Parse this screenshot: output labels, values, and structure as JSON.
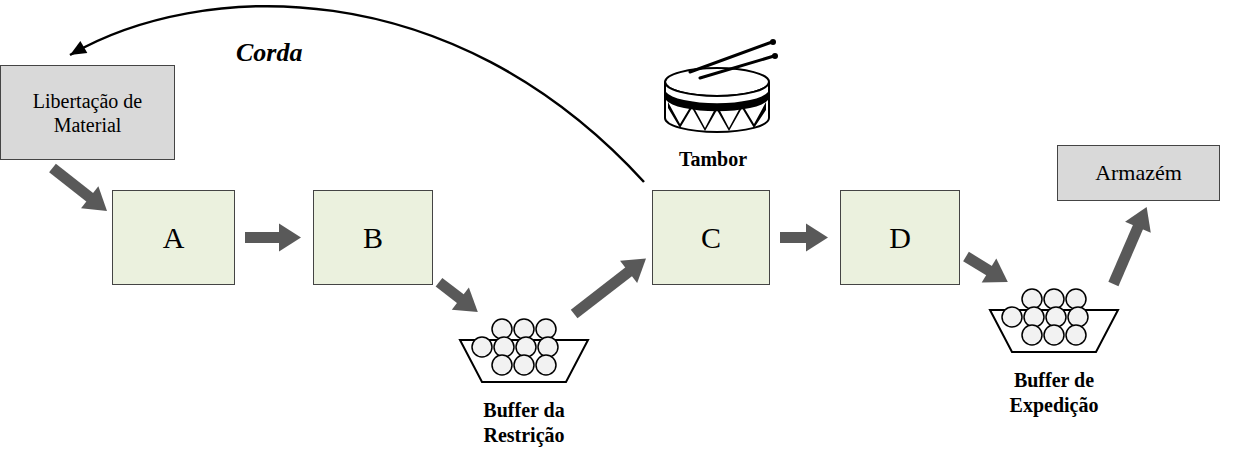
{
  "diagram": {
    "nodes": [
      {
        "text": [
          "Libertação de Material"
        ]
      },
      {
        "text": [
          "A"
        ]
      },
      {
        "text": [
          "B"
        ]
      },
      {
        "text": [
          "Buffer da Restrição"
        ]
      },
      {
        "text": [
          "C"
        ]
      },
      {
        "text": [
          "D"
        ]
      },
      {
        "text": [
          "Buffer de Expedição"
        ]
      },
      {
        "text": [
          "Armazém"
        ]
      }
    ],
    "edges": [
      {
        "from": 0,
        "to": 1,
        "arrow": "to"
      },
      {
        "from": 1,
        "to": 2,
        "arrow": "to"
      },
      {
        "from": 2,
        "to": 3,
        "arrow": "to"
      },
      {
        "from": 3,
        "to": 4,
        "arrow": "to"
      },
      {
        "from": 4,
        "to": 5,
        "arrow": "to"
      },
      {
        "from": 5,
        "to": 6,
        "arrow": "to"
      },
      {
        "from": 6,
        "to": 7,
        "arrow": "to"
      },
      {
        "from": 4,
        "to": 0,
        "label": "Corda",
        "arrow": "to"
      }
    ],
    "labels": [
      "Tambor"
    ]
  }
}
